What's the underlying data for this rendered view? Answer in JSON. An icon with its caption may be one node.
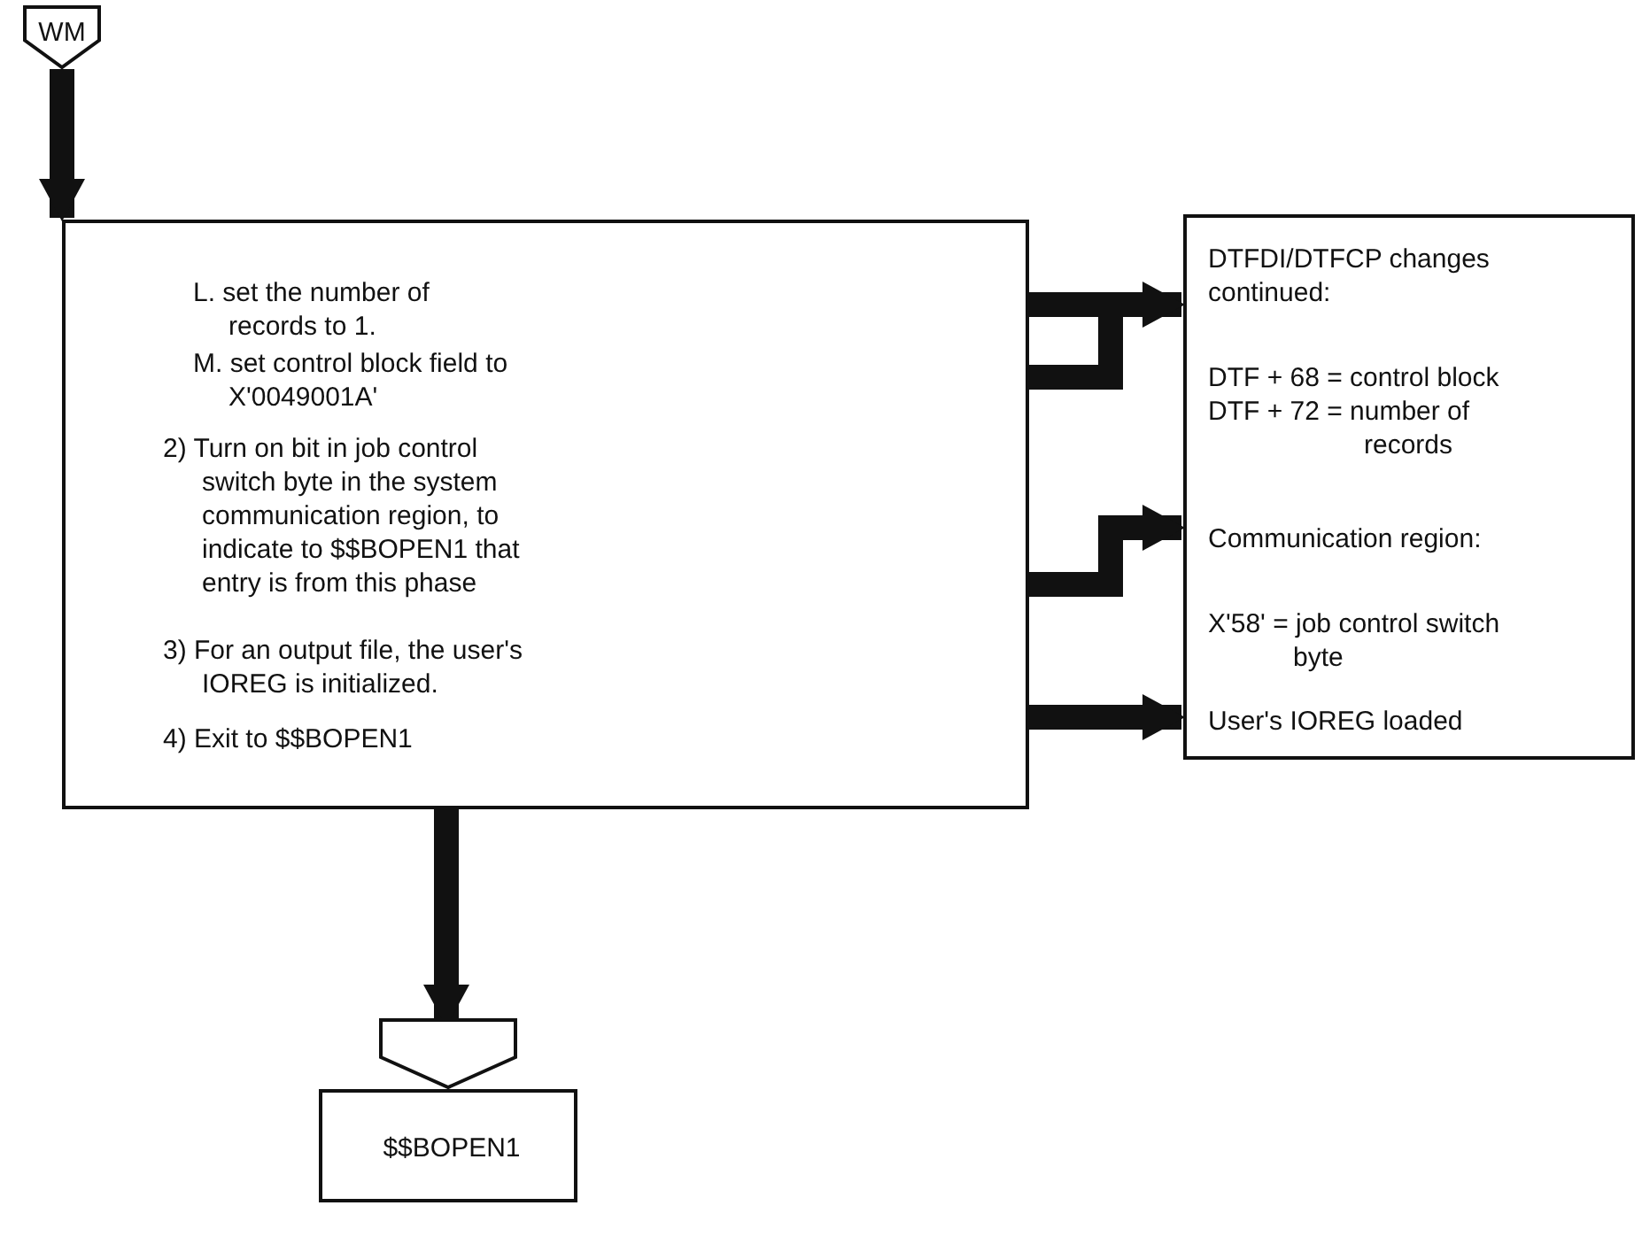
{
  "diagram": {
    "nodes": [
      {
        "text": [
          "WM"
        ]
      },
      {
        "text": [
          "L. set the number of records to 1.",
          "M. set control block field to X'0049001A'",
          "2) Turn on bit in job control switch byte in the system communication region, to indicate to $$BOPEN1 that entry is from this phase",
          "3) For an output file, the user's IOREG is initialized.",
          "4) Exit to $$BOPEN1"
        ]
      },
      {
        "text": [
          "DTFDI/DTFCP changes continued:",
          "DTF + 68 = control block",
          "DTF + 72 = number of records",
          "Communication region:",
          "X'58' = job control switch byte",
          "User's IOREG loaded"
        ]
      },
      {
        "text": [],
        "shape": "pentagon"
      },
      {
        "text": [
          "$$BOPEN1"
        ]
      }
    ],
    "edges": [
      {
        "from": 0,
        "to": 1,
        "arrow": "to"
      },
      {
        "from": 1,
        "to": 2,
        "arrow": "to"
      },
      {
        "from": 1,
        "to": 2,
        "arrow": "to"
      },
      {
        "from": 1,
        "to": 2,
        "arrow": "to"
      },
      {
        "from": 1,
        "to": 3,
        "arrow": "to"
      }
    ]
  }
}
